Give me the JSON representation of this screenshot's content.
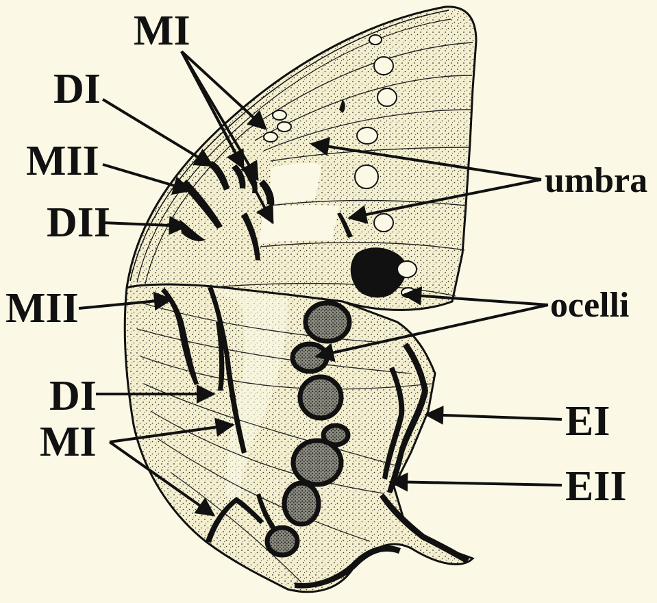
{
  "colors": {
    "background": "#fbf9e6",
    "wing_fill": "#f3efcf",
    "ink": "#111111",
    "ocellus_fill": "#7d7d72"
  },
  "labels": {
    "mi_top": "MI",
    "di_top": "DI",
    "mii_top": "MII",
    "dii": "DII",
    "mii_mid": "MII",
    "di_bottom": "DI",
    "mi_bottom": "MI",
    "umbra": "umbra",
    "ocelli": "ocelli",
    "ei": "EI",
    "eii": "EII"
  }
}
